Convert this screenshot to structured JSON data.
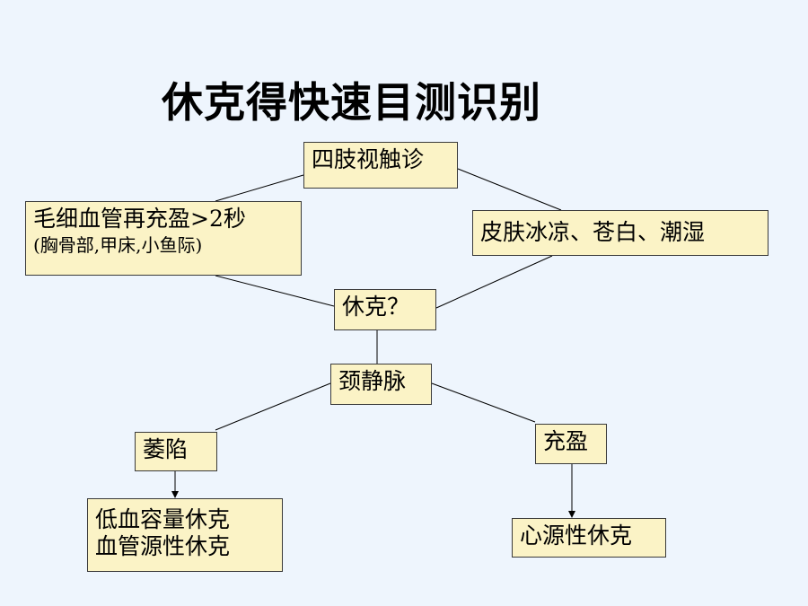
{
  "title": "休克得快速目测识别",
  "colors": {
    "background": "#eef5fd",
    "box_fill": "#fbf3c6",
    "box_border": "#3a3a3a"
  },
  "nodes": {
    "limbs": "四肢视触诊",
    "capillary_main": "毛细血管再充盈>2秒",
    "capillary_sub": "(胸骨部,甲床,小鱼际)",
    "skin": "皮肤冰凉、苍白、潮湿",
    "shock": "休克？",
    "jugular": "颈静脉",
    "collapsed": "萎陷",
    "filled": "充盈",
    "hypovolemic_line1": "低血容量休克",
    "hypovolemic_line2": "血管源性休克",
    "cardiogenic": "心源性休克"
  }
}
